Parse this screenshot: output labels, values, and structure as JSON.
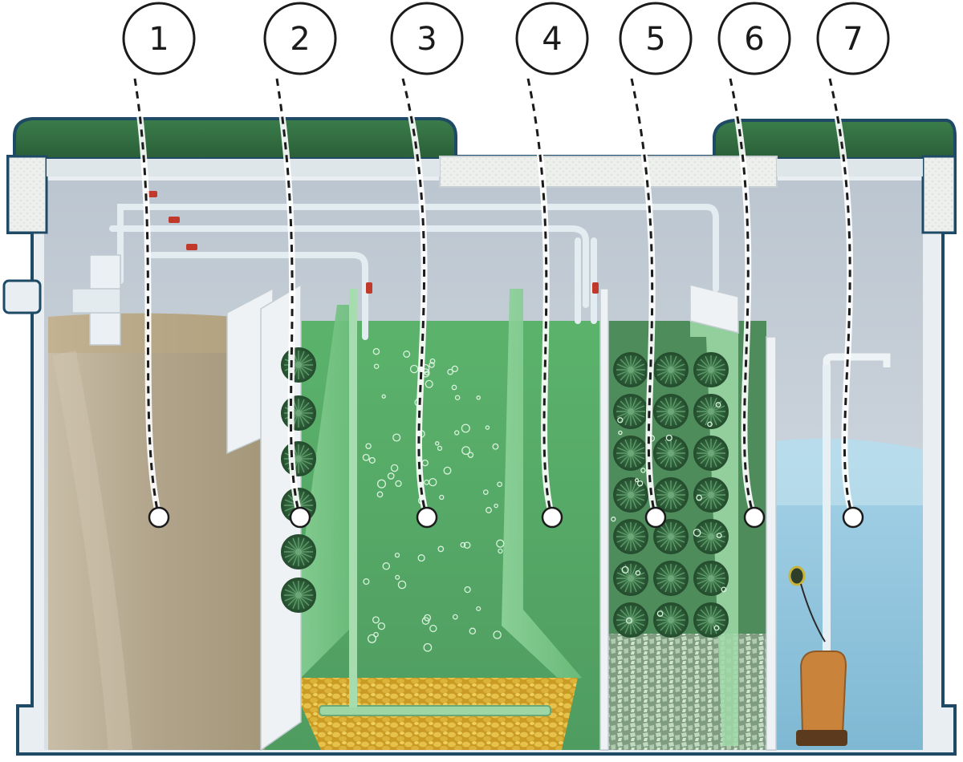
{
  "labels": [
    "1",
    "2",
    "3",
    "4",
    "5",
    "6",
    "7"
  ],
  "colors": {
    "outline": "#1e4a66",
    "lid": "#2f6b3e",
    "foam": "#eef0ee",
    "wall": "#c9d2da",
    "chamber1_liquid": "#b3a58c",
    "green_liquid": "#5aa86a",
    "bio_media": "#2e5e3a",
    "gravel": "#d6b03a",
    "crushed_stone": "#a9c2a6",
    "clean_water": "#8fc4dc",
    "pump": "#c9833a",
    "valve": "#c0392b",
    "pipe": "#e6eef2"
  },
  "icons": {
    "markers": "numbered-circle-icon",
    "leader_lines": "dashed-leader-line-icon",
    "media_balls": "bio-media-ball-icon",
    "valves": "valve-icon",
    "pump": "drainage-pump-icon",
    "float_switch": "float-switch-icon"
  }
}
